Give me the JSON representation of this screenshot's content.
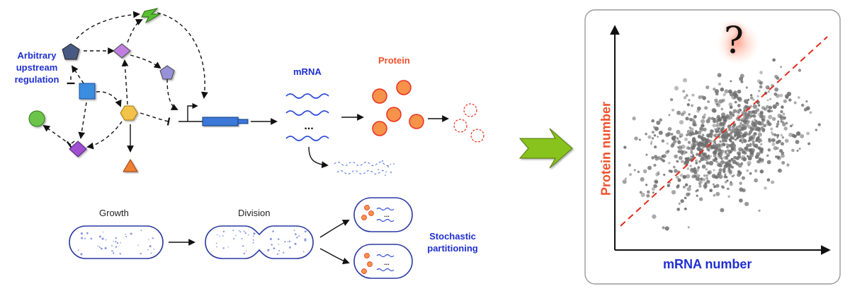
{
  "regulation": {
    "label_line1": "Arbitrary",
    "label_line2": "upstream",
    "label_line3": "regulation"
  },
  "expression": {
    "mrna_label": "mRNA",
    "protein_label": "Protein",
    "ellipsis": "..."
  },
  "cell_cycle": {
    "growth_label": "Growth",
    "division_label": "Division",
    "partition_label_line1": "Stochastic",
    "partition_label_line2": "partitioning",
    "ellipsis": "..."
  },
  "plot": {
    "question_mark": "?",
    "xlabel": "mRNA number",
    "ylabel": "Protein number"
  },
  "colors": {
    "label_blue": "#1f2fd0",
    "protein_orange": "#f7924a",
    "protein_red": "#e8321e",
    "regression_red": "#e02a1a",
    "arrow_green": "#88c21a",
    "scatter_gray": "#6f6f6f",
    "mrna_blue": "#2a48d8"
  },
  "chart_data": {
    "type": "scatter",
    "xlabel": "mRNA number",
    "ylabel": "Protein number",
    "axes_ticks": false,
    "trend_line": "dashed-red, positive slope",
    "points_count_approx": 900,
    "description_note": ""
  }
}
